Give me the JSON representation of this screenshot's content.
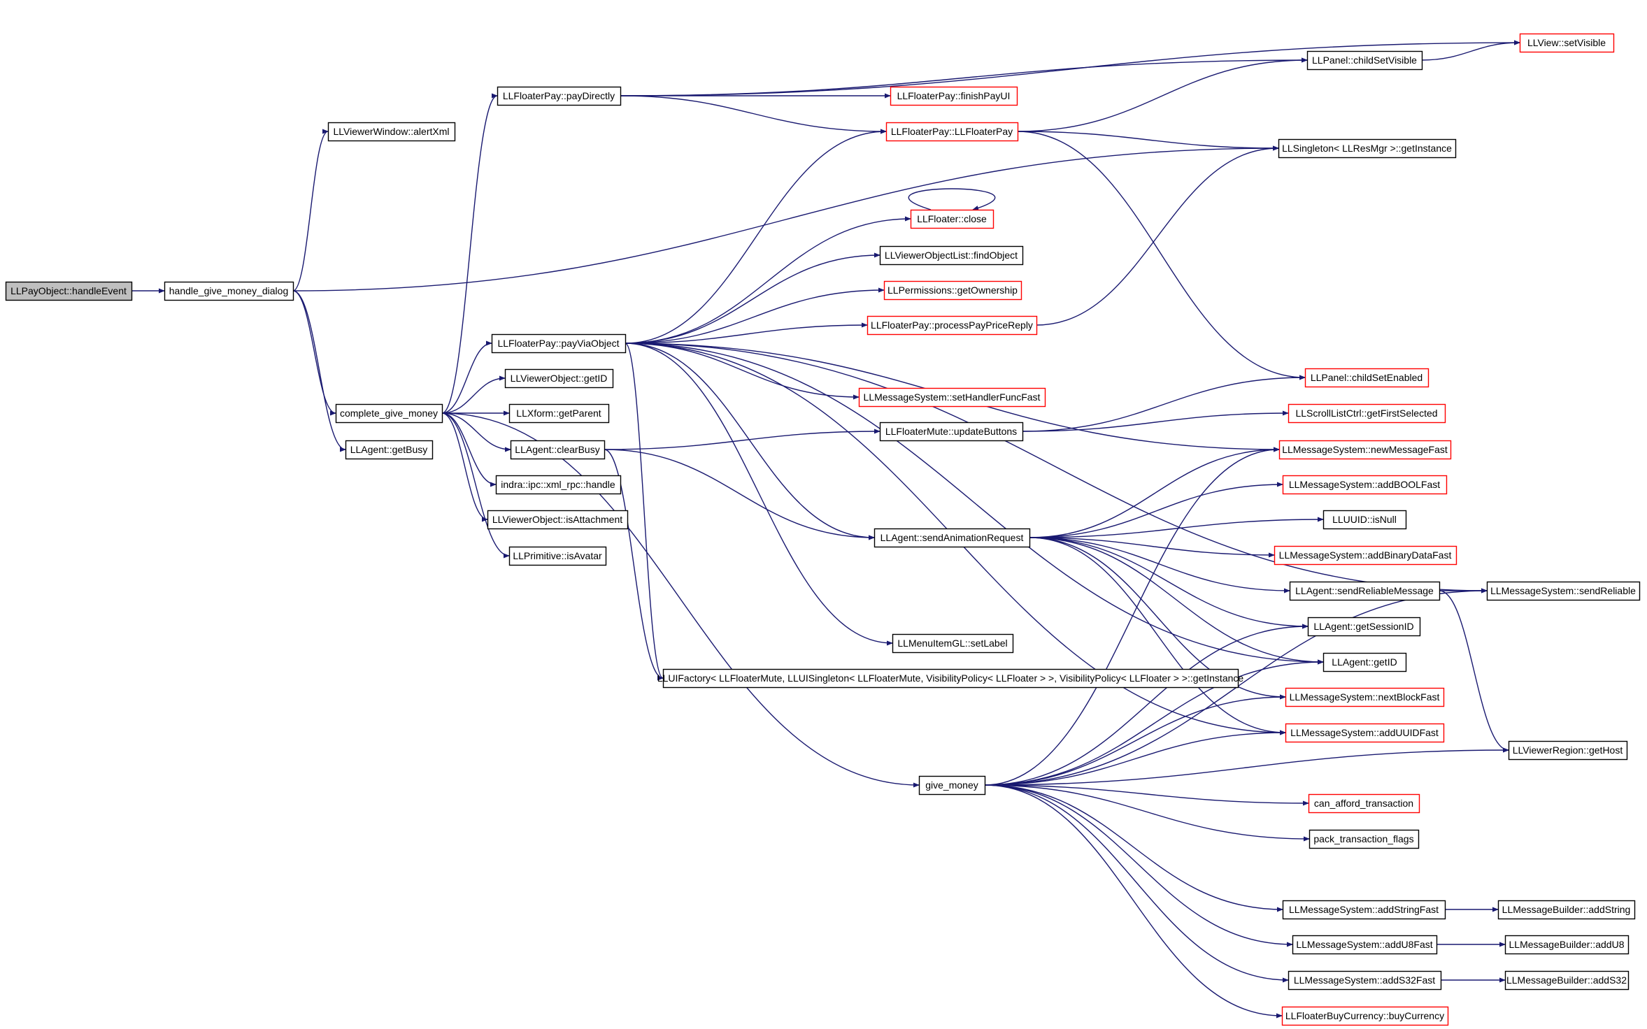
{
  "nodes": [
    {
      "id": "handleEvent",
      "label": "LLPayObject::handleEvent",
      "style": "root"
    },
    {
      "id": "hgmd",
      "label": "handle_give_money_dialog",
      "style": "black"
    },
    {
      "id": "alertXml",
      "label": "LLViewerWindow::alertXml",
      "style": "black"
    },
    {
      "id": "cgm",
      "label": "complete_give_money",
      "style": "black"
    },
    {
      "id": "getBusy",
      "label": "LLAgent::getBusy",
      "style": "black"
    },
    {
      "id": "payDirectly",
      "label": "LLFloaterPay::payDirectly",
      "style": "black"
    },
    {
      "id": "payViaObject",
      "label": "LLFloaterPay::payViaObject",
      "style": "black"
    },
    {
      "id": "voGetID",
      "label": "LLViewerObject::getID",
      "style": "black"
    },
    {
      "id": "getParent",
      "label": "LLXform::getParent",
      "style": "black"
    },
    {
      "id": "clearBusy",
      "label": "LLAgent::clearBusy",
      "style": "black"
    },
    {
      "id": "xmlrpc",
      "label": "indra::ipc::xml_rpc::handle",
      "style": "black"
    },
    {
      "id": "isAttachment",
      "label": "LLViewerObject::isAttachment",
      "style": "black"
    },
    {
      "id": "isAvatar",
      "label": "LLPrimitive::isAvatar",
      "style": "black"
    },
    {
      "id": "finishPayUI",
      "label": "LLFloaterPay::finishPayUI",
      "style": "red"
    },
    {
      "id": "ctorPay",
      "label": "LLFloaterPay::LLFloaterPay",
      "style": "red"
    },
    {
      "id": "close",
      "label": "LLFloater::close",
      "style": "red"
    },
    {
      "id": "findObject",
      "label": "LLViewerObjectList::findObject",
      "style": "black"
    },
    {
      "id": "getOwnership",
      "label": "LLPermissions::getOwnership",
      "style": "red"
    },
    {
      "id": "processPay",
      "label": "LLFloaterPay::processPayPriceReply",
      "style": "red"
    },
    {
      "id": "setHandler",
      "label": "LLMessageSystem::setHandlerFuncFast",
      "style": "red"
    },
    {
      "id": "updateButtons",
      "label": "LLFloaterMute::updateButtons",
      "style": "black"
    },
    {
      "id": "sendAnim",
      "label": "LLAgent::sendAnimationRequest",
      "style": "black"
    },
    {
      "id": "setLabel",
      "label": "LLMenuItemGL::setLabel",
      "style": "black"
    },
    {
      "id": "uiFactory",
      "label": "LLUIFactory< LLFloaterMute, LLUISingleton< LLFloaterMute, VisibilityPolicy< LLFloater > >, VisibilityPolicy< LLFloater > >::getInstance",
      "style": "black"
    },
    {
      "id": "giveMoney",
      "label": "give_money",
      "style": "black"
    },
    {
      "id": "setVisible",
      "label": "LLView::setVisible",
      "style": "red"
    },
    {
      "id": "childSetVisible",
      "label": "LLPanel::childSetVisible",
      "style": "black"
    },
    {
      "id": "resMgr",
      "label": "LLSingleton< LLResMgr >::getInstance",
      "style": "black"
    },
    {
      "id": "childSetEnabled",
      "label": "LLPanel::childSetEnabled",
      "style": "red"
    },
    {
      "id": "getFirstSelected",
      "label": "LLScrollListCtrl::getFirstSelected",
      "style": "red"
    },
    {
      "id": "newMessageFast",
      "label": "LLMessageSystem::newMessageFast",
      "style": "red"
    },
    {
      "id": "addBOOLFast",
      "label": "LLMessageSystem::addBOOLFast",
      "style": "red"
    },
    {
      "id": "isNull",
      "label": "LLUUID::isNull",
      "style": "black"
    },
    {
      "id": "addBinaryDataFast",
      "label": "LLMessageSystem::addBinaryDataFast",
      "style": "red"
    },
    {
      "id": "sendReliableMessage",
      "label": "LLAgent::sendReliableMessage",
      "style": "black"
    },
    {
      "id": "sendReliable",
      "label": "LLMessageSystem::sendReliable",
      "style": "black"
    },
    {
      "id": "getSessionID",
      "label": "LLAgent::getSessionID",
      "style": "black"
    },
    {
      "id": "agentGetID",
      "label": "LLAgent::getID",
      "style": "black"
    },
    {
      "id": "nextBlockFast",
      "label": "LLMessageSystem::nextBlockFast",
      "style": "red"
    },
    {
      "id": "addUUIDFast",
      "label": "LLMessageSystem::addUUIDFast",
      "style": "red"
    },
    {
      "id": "getHost",
      "label": "LLViewerRegion::getHost",
      "style": "black"
    },
    {
      "id": "canAfford",
      "label": "can_afford_transaction",
      "style": "red"
    },
    {
      "id": "packFlags",
      "label": "pack_transaction_flags",
      "style": "black"
    },
    {
      "id": "addStringFast",
      "label": "LLMessageSystem::addStringFast",
      "style": "black"
    },
    {
      "id": "addString",
      "label": "LLMessageBuilder::addString",
      "style": "black"
    },
    {
      "id": "addU8Fast",
      "label": "LLMessageSystem::addU8Fast",
      "style": "black"
    },
    {
      "id": "addU8",
      "label": "LLMessageBuilder::addU8",
      "style": "black"
    },
    {
      "id": "addS32Fast",
      "label": "LLMessageSystem::addS32Fast",
      "style": "black"
    },
    {
      "id": "addS32",
      "label": "LLMessageBuilder::addS32",
      "style": "black"
    },
    {
      "id": "buyCurrency",
      "label": "LLFloaterBuyCurrency::buyCurrency",
      "style": "red"
    }
  ],
  "edges": [
    [
      "handleEvent",
      "hgmd"
    ],
    [
      "hgmd",
      "alertXml"
    ],
    [
      "hgmd",
      "cgm"
    ],
    [
      "hgmd",
      "getBusy"
    ],
    [
      "hgmd",
      "resMgr"
    ],
    [
      "cgm",
      "payDirectly"
    ],
    [
      "cgm",
      "payViaObject"
    ],
    [
      "cgm",
      "voGetID"
    ],
    [
      "cgm",
      "getParent"
    ],
    [
      "cgm",
      "clearBusy"
    ],
    [
      "cgm",
      "xmlrpc"
    ],
    [
      "cgm",
      "isAttachment"
    ],
    [
      "cgm",
      "isAvatar"
    ],
    [
      "cgm",
      "giveMoney"
    ],
    [
      "payDirectly",
      "setVisible"
    ],
    [
      "payDirectly",
      "childSetVisible"
    ],
    [
      "payDirectly",
      "finishPayUI"
    ],
    [
      "payDirectly",
      "ctorPay"
    ],
    [
      "payViaObject",
      "ctorPay"
    ],
    [
      "payViaObject",
      "close"
    ],
    [
      "payViaObject",
      "findObject"
    ],
    [
      "payViaObject",
      "getOwnership"
    ],
    [
      "payViaObject",
      "processPay"
    ],
    [
      "payViaObject",
      "setHandler"
    ],
    [
      "payViaObject",
      "newMessageFast"
    ],
    [
      "payViaObject",
      "sendReliable"
    ],
    [
      "payViaObject",
      "setLabel"
    ],
    [
      "payViaObject",
      "uiFactory"
    ],
    [
      "payViaObject",
      "sendAnim"
    ],
    [
      "payViaObject",
      "agentGetID"
    ],
    [
      "payViaObject",
      "addUUIDFast"
    ],
    [
      "clearBusy",
      "updateButtons"
    ],
    [
      "clearBusy",
      "sendAnim"
    ],
    [
      "clearBusy",
      "uiFactory"
    ],
    [
      "ctorPay",
      "childSetVisible"
    ],
    [
      "ctorPay",
      "resMgr"
    ],
    [
      "ctorPay",
      "childSetEnabled"
    ],
    [
      "close",
      "close"
    ],
    [
      "processPay",
      "resMgr"
    ],
    [
      "updateButtons",
      "childSetEnabled"
    ],
    [
      "updateButtons",
      "getFirstSelected"
    ],
    [
      "sendAnim",
      "newMessageFast"
    ],
    [
      "sendAnim",
      "addBOOLFast"
    ],
    [
      "sendAnim",
      "isNull"
    ],
    [
      "sendAnim",
      "addBinaryDataFast"
    ],
    [
      "sendAnim",
      "sendReliableMessage"
    ],
    [
      "sendAnim",
      "getSessionID"
    ],
    [
      "sendAnim",
      "agentGetID"
    ],
    [
      "sendAnim",
      "nextBlockFast"
    ],
    [
      "sendAnim",
      "addUUIDFast"
    ],
    [
      "childSetVisible",
      "setVisible"
    ],
    [
      "sendReliableMessage",
      "sendReliable"
    ],
    [
      "sendReliableMessage",
      "getHost"
    ],
    [
      "giveMoney",
      "newMessageFast"
    ],
    [
      "giveMoney",
      "getSessionID"
    ],
    [
      "giveMoney",
      "agentGetID"
    ],
    [
      "giveMoney",
      "nextBlockFast"
    ],
    [
      "giveMoney",
      "addUUIDFast"
    ],
    [
      "giveMoney",
      "sendReliable"
    ],
    [
      "giveMoney",
      "getHost"
    ],
    [
      "giveMoney",
      "canAfford"
    ],
    [
      "giveMoney",
      "packFlags"
    ],
    [
      "giveMoney",
      "addStringFast"
    ],
    [
      "giveMoney",
      "addU8Fast"
    ],
    [
      "giveMoney",
      "addS32Fast"
    ],
    [
      "giveMoney",
      "buyCurrency"
    ],
    [
      "addStringFast",
      "addString"
    ],
    [
      "addU8Fast",
      "addU8"
    ],
    [
      "addS32Fast",
      "addS32"
    ]
  ]
}
